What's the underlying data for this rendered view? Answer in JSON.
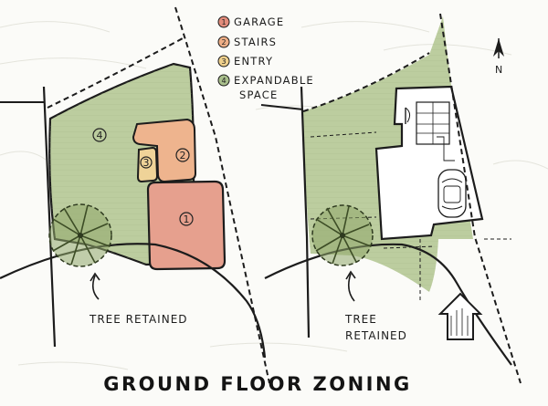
{
  "title": "GROUND FLOOR ZONING",
  "legend": [
    {
      "num": "1",
      "label": "GARAGE",
      "color": "#e38c7b"
    },
    {
      "num": "2",
      "label": "STAIRS",
      "color": "#eeae86"
    },
    {
      "num": "3",
      "label": "ENTRY",
      "color": "#efd08c"
    },
    {
      "num": "4",
      "label": "EXPANDABLE",
      "label2": "SPACE",
      "color": "#a9bf8c"
    }
  ],
  "zones": {
    "garage": "1",
    "stairs": "2",
    "entry": "3",
    "expandable": "4"
  },
  "left_annotation": "TREE RETAINED",
  "right_annotation_line1": "TREE",
  "right_annotation_line2": "RETAINED",
  "north_label": "N",
  "colors": {
    "site_green": "#bccd9f",
    "garage": "#e6a08e",
    "stairs": "#eeb48e",
    "entry": "#efd398",
    "tree": "#6b8046",
    "ink": "#1c1c1c"
  }
}
